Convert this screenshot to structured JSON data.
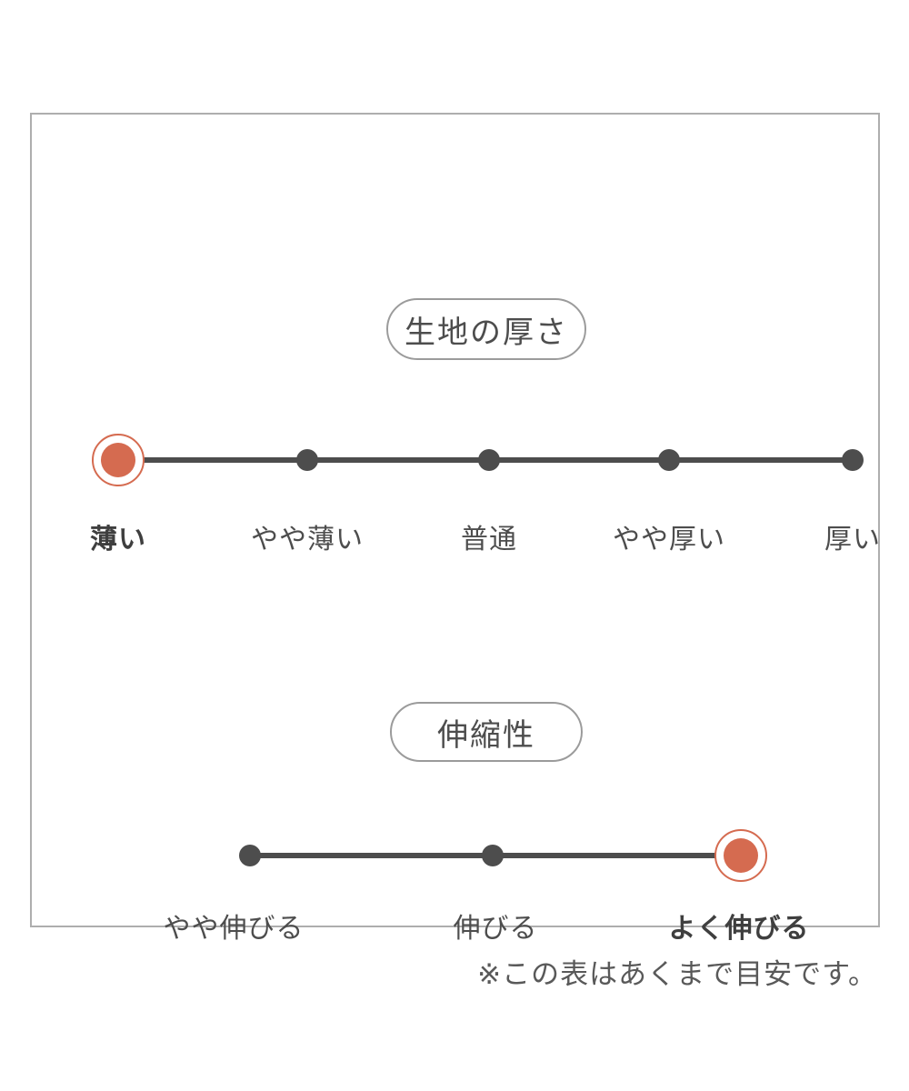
{
  "colors": {
    "accent": "#d56b50",
    "line": "#4d4d4d",
    "text": "#4d4d4d",
    "pill_border": "#9b9b9b",
    "box_border": "#aeaeae"
  },
  "footnote": "※この表はあくまで目安です。",
  "chart_data": [
    {
      "type": "scale",
      "title": "生地の厚さ",
      "categories": [
        "薄い",
        "やや薄い",
        "普通",
        "やや厚い",
        "厚い"
      ],
      "num_points": 5,
      "selected_index": 0,
      "selected_value": "薄い",
      "marker_style": "filled circle with outline ring",
      "layout": "horizontal line with evenly spaced dots, labels below"
    },
    {
      "type": "scale",
      "title": "伸縮性",
      "categories": [
        "やや伸びる",
        "伸びる",
        "よく伸びる"
      ],
      "num_points": 3,
      "selected_index": 2,
      "selected_value": "よく伸びる",
      "marker_style": "filled circle with outline ring",
      "layout": "horizontal line with evenly spaced dots, labels below"
    }
  ]
}
